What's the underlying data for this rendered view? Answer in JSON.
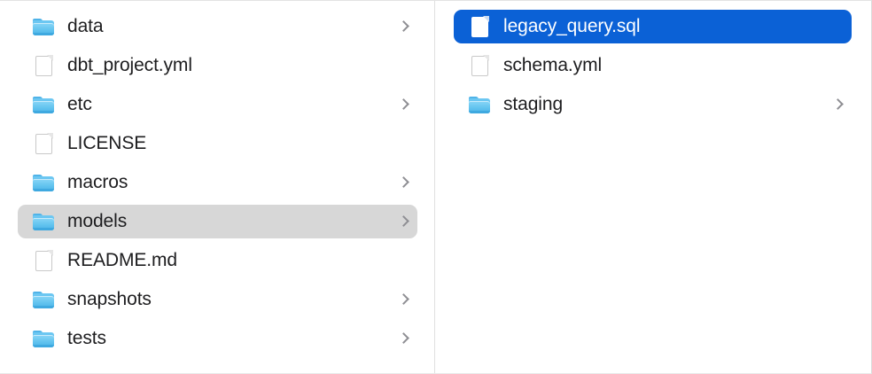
{
  "view": {
    "type": "finder-column-view",
    "selection_color": "#0b61d6",
    "focus_row_color": "#d7d7d7",
    "background_color": "#ffffff",
    "folder_icon_color": "#5ac0ee",
    "document_icon_color": "#ffffff"
  },
  "columns": [
    {
      "name": "project-root-column",
      "items": [
        {
          "label": "data",
          "icon": "folder-icon",
          "kind": "folder",
          "has_chevron": true,
          "state": "normal"
        },
        {
          "label": "dbt_project.yml",
          "icon": "document-icon",
          "kind": "file",
          "has_chevron": false,
          "state": "normal"
        },
        {
          "label": "etc",
          "icon": "folder-icon",
          "kind": "folder",
          "has_chevron": true,
          "state": "normal"
        },
        {
          "label": "LICENSE",
          "icon": "document-icon",
          "kind": "file",
          "has_chevron": false,
          "state": "normal"
        },
        {
          "label": "macros",
          "icon": "folder-icon",
          "kind": "folder",
          "has_chevron": true,
          "state": "normal"
        },
        {
          "label": "models",
          "icon": "folder-icon",
          "kind": "folder",
          "has_chevron": true,
          "state": "highlighted"
        },
        {
          "label": "README.md",
          "icon": "document-icon",
          "kind": "file",
          "has_chevron": false,
          "state": "normal"
        },
        {
          "label": "snapshots",
          "icon": "folder-icon",
          "kind": "folder",
          "has_chevron": true,
          "state": "normal"
        },
        {
          "label": "tests",
          "icon": "folder-icon",
          "kind": "folder",
          "has_chevron": true,
          "state": "normal"
        }
      ]
    },
    {
      "name": "models-column",
      "items": [
        {
          "label": "legacy_query.sql",
          "icon": "document-icon",
          "kind": "file",
          "has_chevron": false,
          "state": "selected"
        },
        {
          "label": "schema.yml",
          "icon": "document-icon",
          "kind": "file",
          "has_chevron": false,
          "state": "normal"
        },
        {
          "label": "staging",
          "icon": "folder-icon",
          "kind": "folder",
          "has_chevron": true,
          "state": "normal"
        }
      ]
    }
  ]
}
